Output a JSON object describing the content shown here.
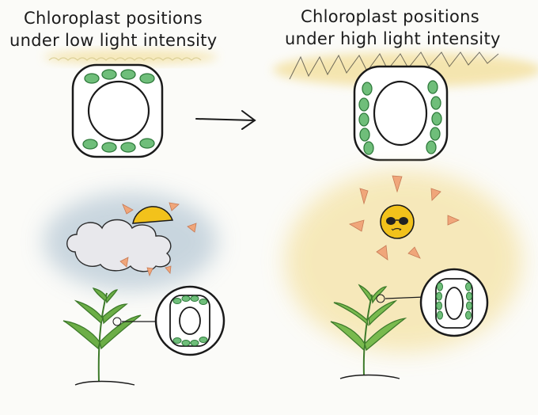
{
  "titles": {
    "low": {
      "line1": "Chloroplast positions",
      "line2": "under low light intensity"
    },
    "high": {
      "line1": "Chloroplast positions",
      "line2": "under high light intensity"
    }
  },
  "colors": {
    "light_glow": "#f4e3a8",
    "chloroplast": "#6fbe7a",
    "chloroplast_stroke": "#2f7a3c",
    "cell_outline": "#1a1a1a",
    "cloud_fill": "#e8e8ec",
    "sky_shade": "#b8c9d6",
    "sun": "#f2c21b",
    "rays": "#f0a67a",
    "leaf": "#6cae47",
    "sunny_glow": "#f6e7b4"
  },
  "icons": {
    "weather_low": "cloud-with-sun-icon",
    "weather_high": "sun-with-sunglasses-icon",
    "arrow": "right-arrow-icon"
  }
}
